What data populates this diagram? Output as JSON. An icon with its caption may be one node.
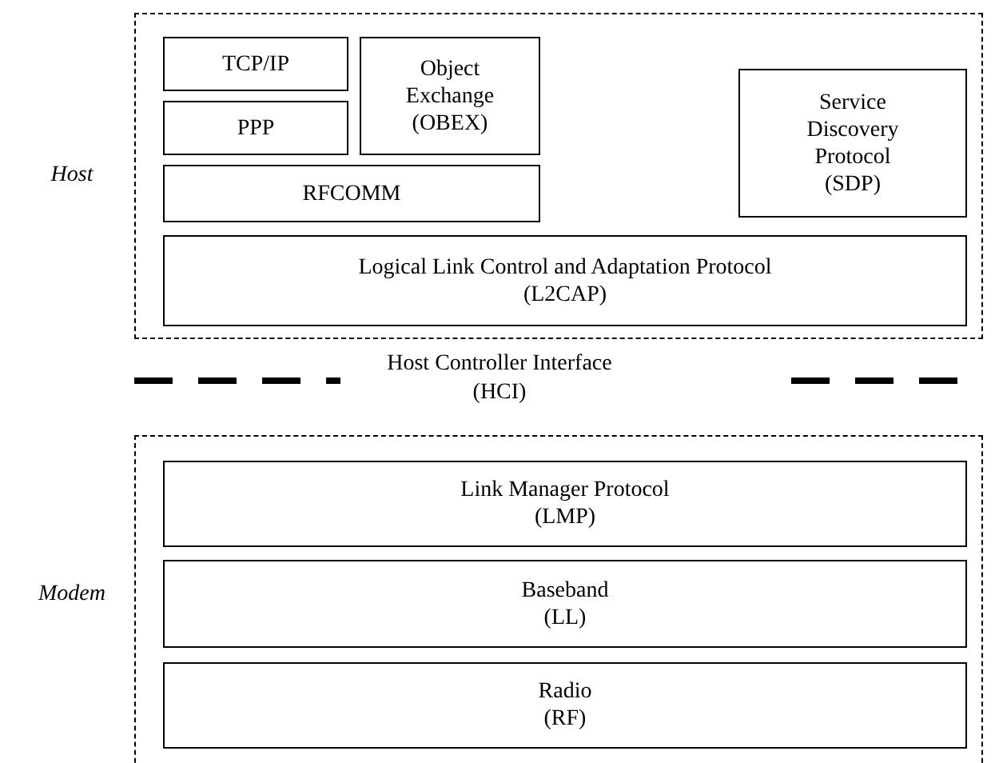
{
  "diagram": {
    "nodes": [
      {
        "text": [
          "Host"
        ]
      },
      {
        "text": [
          "TCP/IP"
        ],
        "in": 0
      },
      {
        "text": [
          "Object Exchange",
          "(OBEX)"
        ],
        "in": 0
      },
      {
        "text": [
          "PPP"
        ],
        "in": 0
      },
      {
        "text": [
          "Service Discovery Protocol",
          "(SDP)"
        ],
        "in": 0
      },
      {
        "text": [
          "RFCOMM"
        ],
        "in": 0
      },
      {
        "text": [
          "Logical Link Control and Adaptation Protocol",
          "(L2CAP)"
        ],
        "in": 0
      },
      {
        "text": [
          "Modem"
        ]
      },
      {
        "text": [
          "Link Manager Protocol",
          "(LMP)"
        ],
        "in": 7
      },
      {
        "text": [
          "Baseband",
          "(LL)"
        ],
        "in": 7
      },
      {
        "text": [
          "Radio",
          "(RF)"
        ],
        "in": 7
      }
    ],
    "labels": [
      "Host Controller Interface",
      "(HCI)"
    ]
  }
}
